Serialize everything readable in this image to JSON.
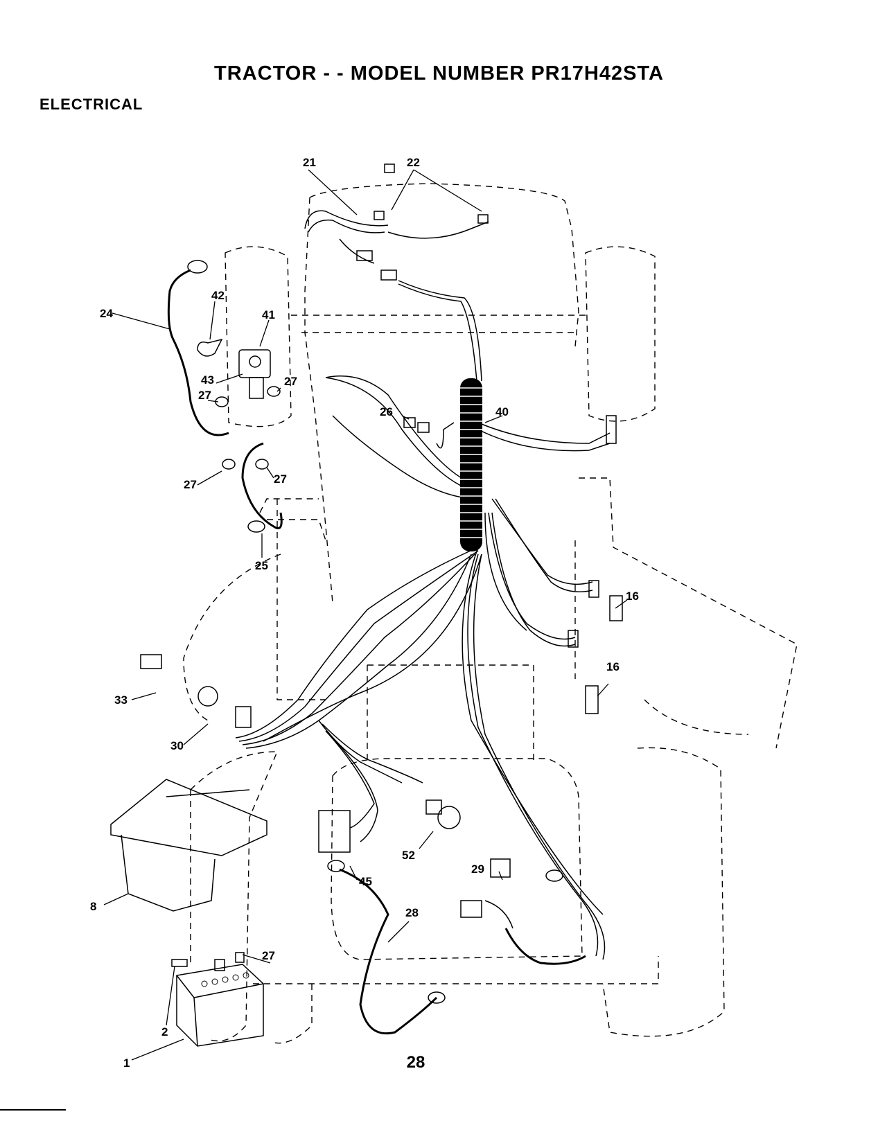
{
  "header": {
    "title": "TRACTOR - - MODEL NUMBER PR17H42STA",
    "section": "ELECTRICAL"
  },
  "footer": {
    "page_number": "28"
  },
  "callouts": [
    "21",
    "22",
    "24",
    "42",
    "41",
    "43",
    "27",
    "27",
    "27",
    "27",
    "27",
    "26",
    "40",
    "25",
    "16",
    "16",
    "33",
    "30",
    "8",
    "52",
    "45",
    "29",
    "28",
    "27",
    "2",
    "1"
  ]
}
